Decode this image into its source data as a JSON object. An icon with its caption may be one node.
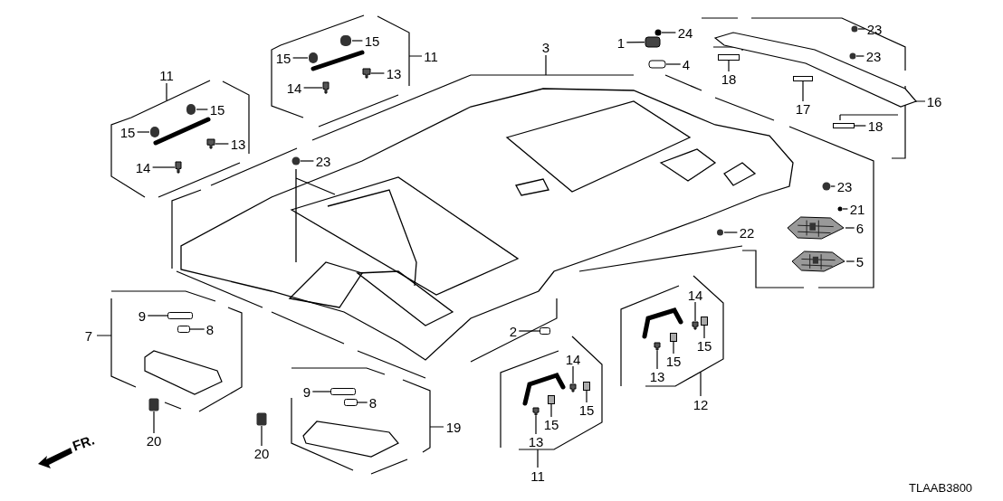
{
  "diagram": {
    "nodes": [
      {
        "text": [
          "11"
        ]
      },
      {
        "text": [
          "15"
        ]
      },
      {
        "text": [
          "15"
        ]
      },
      {
        "text": [
          "13"
        ]
      },
      {
        "text": [
          "14"
        ]
      },
      {
        "text": [
          "3"
        ]
      },
      {
        "text": [
          "1"
        ]
      },
      {
        "text": [
          "24"
        ]
      },
      {
        "text": [
          "4"
        ]
      },
      {
        "text": [
          "23"
        ]
      },
      {
        "text": [
          "23"
        ]
      },
      {
        "text": [
          "18"
        ]
      },
      {
        "text": [
          "17"
        ]
      },
      {
        "text": [
          "16"
        ]
      },
      {
        "text": [
          "18"
        ]
      },
      {
        "text": [
          "11"
        ]
      },
      {
        "text": [
          "15"
        ]
      },
      {
        "text": [
          "15"
        ]
      },
      {
        "text": [
          "13"
        ]
      },
      {
        "text": [
          "14"
        ]
      },
      {
        "text": [
          "23"
        ]
      },
      {
        "text": [
          "23"
        ]
      },
      {
        "text": [
          "21"
        ]
      },
      {
        "text": [
          "6"
        ]
      },
      {
        "text": [
          "22"
        ]
      },
      {
        "text": [
          "5"
        ]
      },
      {
        "text": [
          "14"
        ]
      },
      {
        "text": [
          "15"
        ]
      },
      {
        "text": [
          "15"
        ]
      },
      {
        "text": [
          "13"
        ]
      },
      {
        "text": [
          "12"
        ]
      },
      {
        "text": [
          "7"
        ]
      },
      {
        "text": [
          "9"
        ]
      },
      {
        "text": [
          "8"
        ]
      },
      {
        "text": [
          "2"
        ]
      },
      {
        "text": [
          "14"
        ]
      },
      {
        "text": [
          "15"
        ]
      },
      {
        "text": [
          "15"
        ]
      },
      {
        "text": [
          "13"
        ]
      },
      {
        "text": [
          "9"
        ]
      },
      {
        "text": [
          "8"
        ]
      },
      {
        "text": [
          "19"
        ]
      },
      {
        "text": [
          "20"
        ]
      },
      {
        "text": [
          "20"
        ]
      },
      {
        "text": [
          "11"
        ]
      },
      {
        "text": [],
        "shape": "box"
      },
      {
        "text": [],
        "shape": "box"
      },
      {
        "text": [],
        "shape": "box"
      },
      {
        "text": [],
        "shape": "box"
      },
      {
        "text": [],
        "shape": "box"
      },
      {
        "text": [],
        "shape": "circle"
      },
      {
        "text": [],
        "shape": "box"
      },
      {
        "text": [],
        "shape": "circle"
      },
      {
        "text": [],
        "shape": "circle"
      },
      {
        "text": [],
        "shape": "box"
      },
      {
        "text": [],
        "shape": "box"
      },
      {
        "text": [],
        "shape": "box"
      },
      {
        "text": [],
        "shape": "box"
      },
      {
        "text": [],
        "shape": "box"
      },
      {
        "text": [],
        "shape": "box"
      },
      {
        "text": [],
        "shape": "box"
      },
      {
        "text": [],
        "shape": "circle"
      },
      {
        "text": [],
        "shape": "circle"
      },
      {
        "text": [],
        "shape": "circle"
      },
      {
        "text": [],
        "shape": "picture"
      },
      {
        "text": [],
        "shape": "circle"
      },
      {
        "text": [],
        "shape": "picture"
      },
      {
        "text": [],
        "shape": "box"
      },
      {
        "text": [],
        "shape": "box"
      },
      {
        "text": [],
        "shape": "box"
      },
      {
        "text": [],
        "shape": "box"
      },
      {
        "text": [],
        "shape": "box"
      },
      {
        "text": [],
        "shape": "box"
      },
      {
        "text": [],
        "shape": "box"
      },
      {
        "text": [],
        "shape": "box"
      },
      {
        "text": [],
        "shape": "box"
      },
      {
        "text": [],
        "shape": "box"
      },
      {
        "text": [],
        "shape": "box"
      },
      {
        "text": [],
        "shape": "box"
      },
      {
        "text": [],
        "shape": "box"
      },
      {
        "text": [],
        "shape": "box"
      },
      {
        "text": [],
        "shape": "box"
      }
    ],
    "edges": [
      {
        "from": 1,
        "to": 45,
        "arrow": "none"
      },
      {
        "from": 2,
        "to": 46,
        "arrow": "none"
      },
      {
        "from": 3,
        "to": 47,
        "arrow": "none"
      },
      {
        "from": 4,
        "to": 48,
        "arrow": "none"
      },
      {
        "from": 6,
        "to": 49,
        "arrow": "none"
      },
      {
        "from": 7,
        "to": 50,
        "arrow": "none"
      },
      {
        "from": 8,
        "to": 51,
        "arrow": "none"
      },
      {
        "from": 9,
        "to": 52,
        "arrow": "none"
      },
      {
        "from": 10,
        "to": 53,
        "arrow": "none"
      },
      {
        "from": 11,
        "to": 54,
        "arrow": "none"
      },
      {
        "from": 12,
        "to": 55,
        "arrow": "none"
      },
      {
        "from": 14,
        "to": 56,
        "arrow": "none"
      },
      {
        "from": 16,
        "to": 57,
        "arrow": "none"
      },
      {
        "from": 17,
        "to": 58,
        "arrow": "none"
      },
      {
        "from": 18,
        "to": 59,
        "arrow": "none"
      },
      {
        "from": 19,
        "to": 60,
        "arrow": "none"
      },
      {
        "from": 20,
        "to": 61,
        "arrow": "none"
      },
      {
        "from": 21,
        "to": 62,
        "arrow": "none"
      },
      {
        "from": 22,
        "to": 63,
        "arrow": "none"
      },
      {
        "from": 23,
        "to": 64,
        "arrow": "none"
      },
      {
        "from": 24,
        "to": 65,
        "arrow": "none"
      },
      {
        "from": 25,
        "to": 66,
        "arrow": "none"
      },
      {
        "from": 26,
        "to": 67,
        "arrow": "none"
      },
      {
        "from": 27,
        "to": 68,
        "arrow": "none"
      },
      {
        "from": 28,
        "to": 69,
        "arrow": "none"
      },
      {
        "from": 29,
        "to": 70,
        "arrow": "none"
      },
      {
        "from": 32,
        "to": 71,
        "arrow": "none"
      },
      {
        "from": 33,
        "to": 72,
        "arrow": "none"
      },
      {
        "from": 34,
        "to": 73,
        "arrow": "none"
      },
      {
        "from": 35,
        "to": 74,
        "arrow": "none"
      },
      {
        "from": 36,
        "to": 75,
        "arrow": "none"
      },
      {
        "from": 37,
        "to": 76,
        "arrow": "none"
      },
      {
        "from": 38,
        "to": 77,
        "arrow": "none"
      },
      {
        "from": 39,
        "to": 78,
        "arrow": "none"
      },
      {
        "from": 40,
        "to": 79,
        "arrow": "none"
      },
      {
        "from": 42,
        "to": 80,
        "arrow": "none"
      },
      {
        "from": 43,
        "to": 81,
        "arrow": "none"
      }
    ],
    "labels": [
      "FR.",
      "TLAAB3800"
    ]
  }
}
